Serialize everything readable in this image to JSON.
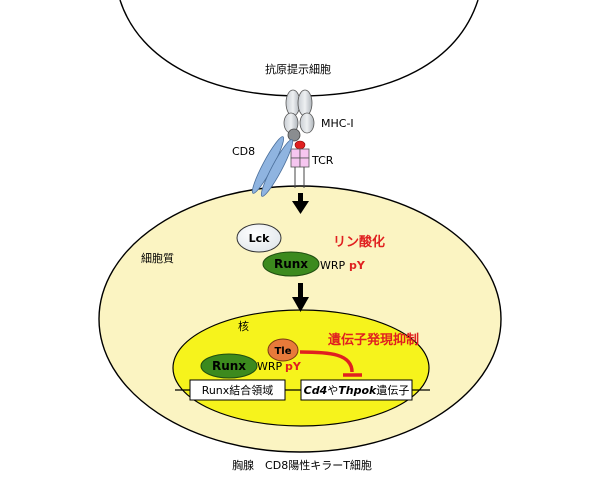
{
  "diagram": {
    "apc_label": "抗原提示細胞",
    "mhc_label": "MHC-I",
    "cd8_label": "CD8",
    "tcr_label": "TCR",
    "cytoplasm_label": "細胞質",
    "lck_label": "Lck",
    "runx_cyto_label": "Runx",
    "wrp_cyto": "WRP",
    "py_cyto": "pY",
    "phosphorylation_label": "リン酸化",
    "nucleus_label": "核",
    "tle_label": "Tle",
    "repression_label": "遺伝子発現抑制",
    "runx_nuc_label": "Runx",
    "wrp_nuc": "WRP",
    "py_nuc": "pY",
    "runx_site_label": "Runx結合領域",
    "target_gene_label": {
      "italic_part1": "Cd4",
      "middle": "や",
      "italic_part2": "Thpok",
      "tail": "遺伝子"
    },
    "caption": "胸腺　CD8陽性キラーT細胞",
    "colors": {
      "cell_fill": "#fbf4c2",
      "nucleus_fill": "#f6f31c",
      "runx_green": "#3c8a1e",
      "tle_orange": "#e87a3a",
      "cd8_blue": "#8fb4e0",
      "tcr_pink": "#f6c6f0",
      "red_text": "#e02020"
    }
  }
}
